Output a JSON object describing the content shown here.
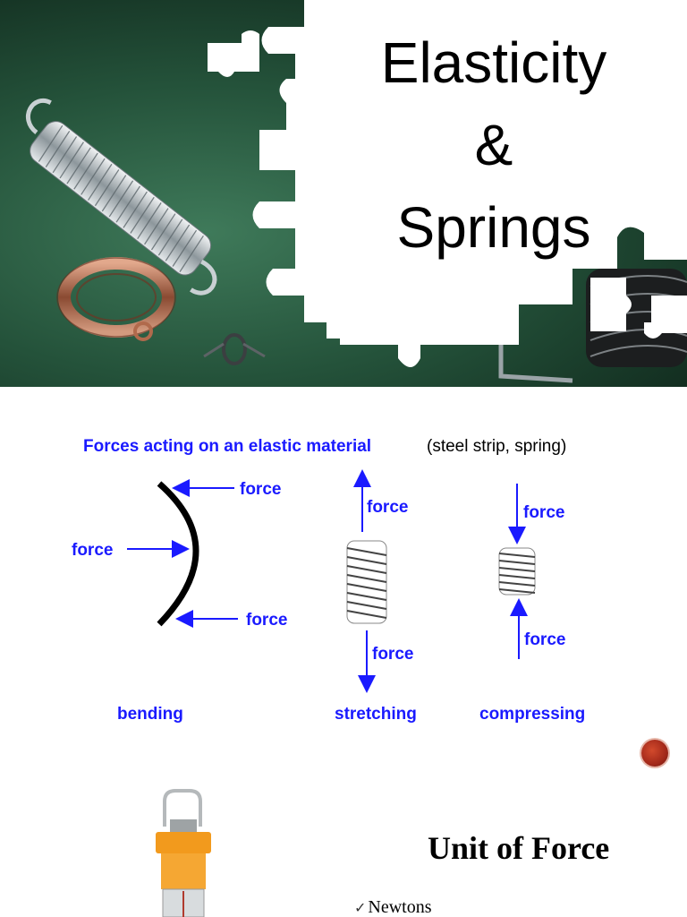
{
  "slide1": {
    "title_line1": "Elasticity",
    "title_line2": "&",
    "title_line3": "Springs"
  },
  "slide2": {
    "diagram_title": "Forces acting on an elastic material",
    "diagram_subtitle": "(steel strip, spring)",
    "force_label": "force",
    "captions": [
      "bending",
      "stretching",
      "compressing"
    ],
    "nav_button_color": "#b3321f"
  },
  "slide3": {
    "title": "Unit of Force",
    "bullets": [
      "Newtons"
    ]
  },
  "colors": {
    "diagram_blue": "#1a1aff",
    "background_green": "#24523a"
  }
}
